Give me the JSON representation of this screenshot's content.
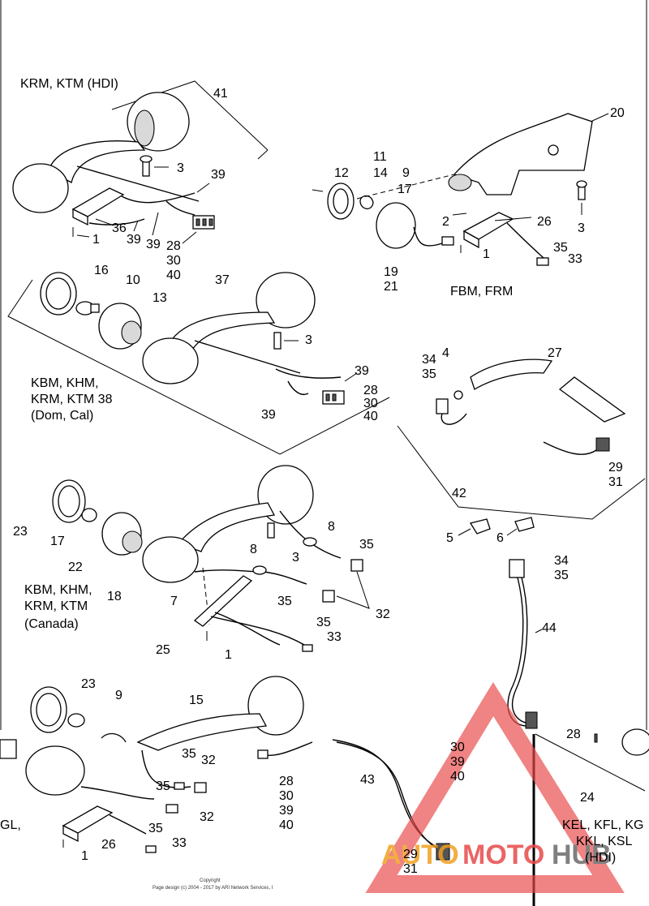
{
  "captions": {
    "krm_ktm_hdi": "KRM, KTM (HDI)",
    "fbm_frm": "FBM, FRM",
    "dom_cal_1": "KBM, KHM,",
    "dom_cal_2": "KRM, KTM 38",
    "dom_cal_3": "(Dom, Cal)",
    "canada_1": "KBM, KHM,",
    "canada_2": "KRM, KTM",
    "canada_3": "(Canada)",
    "gl": "GL,",
    "kel_1": "KEL, KFL, KG",
    "kel_2": "KKL, KSL",
    "kel_3": "(HDI)"
  },
  "callouts": {
    "c41": "41",
    "c3a": "3",
    "c39a": "39",
    "c36": "36",
    "c1a": "1",
    "c39b": "39",
    "c39c": "39",
    "c28a": "28",
    "c30a": "30",
    "c40a": "40",
    "c20": "20",
    "c11": "11",
    "c12": "12",
    "c14": "14",
    "c9a": "9",
    "c17a": "17",
    "c2": "2",
    "c26a": "26",
    "c3b": "3",
    "c1b": "1",
    "c35a": "35",
    "c33a": "33",
    "c19": "19",
    "c21": "21",
    "c16": "16",
    "c10": "10",
    "c13": "13",
    "c37": "37",
    "c3c": "3",
    "c39d": "39",
    "c28b": "28",
    "c30b": "30",
    "c40b": "40",
    "c39e": "39",
    "c34a": "34",
    "c35b": "35",
    "c4": "4",
    "c27": "27",
    "c29a": "29",
    "c31a": "31",
    "c42": "42",
    "c5": "5",
    "c6": "6",
    "c23a": "23",
    "c17b": "17",
    "c22": "22",
    "c18": "18",
    "c8a": "8",
    "c8b": "8",
    "c3d": "3",
    "c35c": "35",
    "c35d": "35",
    "c7": "7",
    "c32a": "32",
    "c25": "25",
    "c1c": "1",
    "c35e": "35",
    "c33b": "33",
    "c34b": "34",
    "c35f": "35",
    "c44": "44",
    "c23b": "23",
    "c9b": "9",
    "c15": "15",
    "c35g": "35",
    "c32b": "32",
    "c35h": "35",
    "c28c": "28",
    "c30c": "30",
    "c39f": "39",
    "c40c": "40",
    "c43": "43",
    "c32c": "32",
    "c35i": "35",
    "c26b": "26",
    "c33c": "33",
    "c1d": "1",
    "c28d": "28",
    "c30d": "30",
    "c39g": "39",
    "c40d": "40",
    "c24": "24",
    "c29b": "29",
    "c31b": "31"
  },
  "footer": {
    "copyright": "Copyright",
    "page_design": "Page design (c) 2004 - 2017 by ARI Network Services, I"
  },
  "watermark": {
    "part1": "AUTO",
    "part2": "MOTO",
    "part3": "HUB",
    "colors": {
      "red": "#e84a4a",
      "orange": "#f0a020",
      "gray": "#6b6b6b"
    }
  }
}
